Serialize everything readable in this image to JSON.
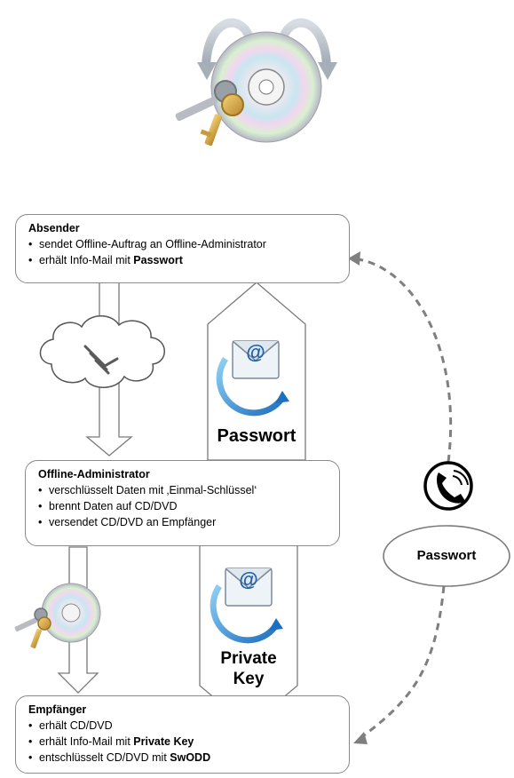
{
  "sender": {
    "title": "Absender",
    "items": [
      {
        "text": "sendet Offline-Auftrag an Offline-Administrator",
        "bold": ""
      },
      {
        "text": "erhält Info-Mail mit ",
        "bold": "Passwort"
      }
    ]
  },
  "admin": {
    "title": "Offline-Administrator",
    "items": [
      {
        "text": "verschlüsselt Daten mit ‚Einmal-Schlüssel‘",
        "bold": ""
      },
      {
        "text": "brennt Daten auf CD/DVD",
        "bold": ""
      },
      {
        "text": "versendet CD/DVD an Empfänger",
        "bold": ""
      }
    ]
  },
  "recipient": {
    "title": "Empfänger",
    "items": [
      {
        "text": "erhält CD/DVD",
        "bold": ""
      },
      {
        "text": "erhält Info-Mail mit ",
        "bold": "Private Key"
      },
      {
        "text": "entschlüsselt CD/DVD mit ",
        "bold": "SwODD"
      }
    ]
  },
  "arrows": {
    "password_mail_label": "Passwort",
    "private_key_label_line1": "Private",
    "private_key_label_line2": "Key",
    "phone_label": "Passwort"
  },
  "icons": {
    "top": "cd-with-keys-and-rotation-arrows-icon",
    "cloud": "cloud-with-swoosh-icon",
    "mail": "email-envelope-icon",
    "phone": "phone-icon",
    "cd": "cd-with-keys-icon"
  }
}
